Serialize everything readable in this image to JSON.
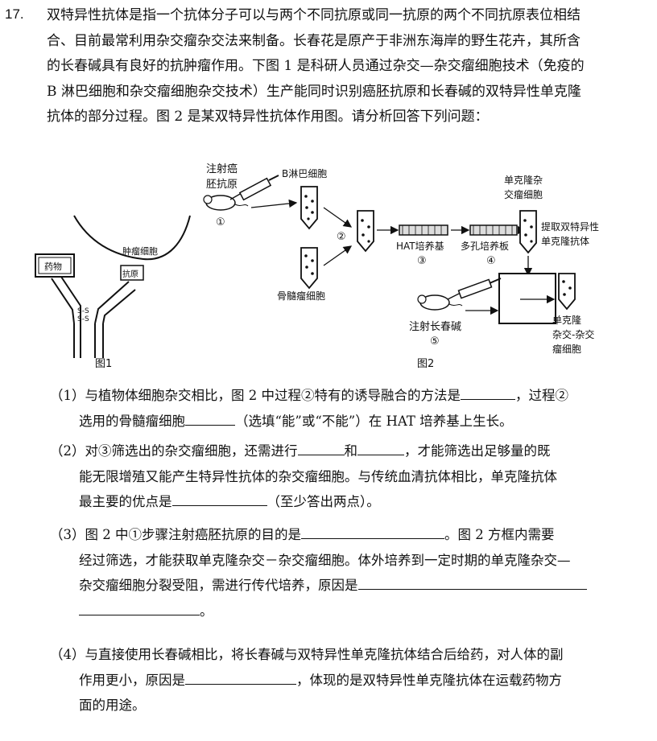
{
  "question_number": "17.",
  "intro_lines": [
    "双特异性抗体是指一个抗体分子可以与两个不同抗原或同一抗原的两个不同抗原表位相结",
    "合、目前最常利用杂交瘤杂交法来制备。长春花是原产于非洲东海岸的野生花卉，其所含",
    "的长春碱具有良好的抗肿瘤作用。下图 1 是科研人员通过杂交—杂交瘤细胞技术（免疫的",
    "B 淋巴细胞和杂交瘤细胞杂交技术）生产能同时识别癌胚抗原和长春碱的双特异性单克隆",
    "抗体的部分过程。图 2 是某双特异性抗体作用图。请分析回答下列问题："
  ],
  "fig1": {
    "caption": "图1",
    "drug_label": "药物",
    "tumor_label": "肿瘤细胞",
    "antigen_label": "抗原",
    "bond_labels": [
      "S-S",
      "S-S"
    ]
  },
  "fig2": {
    "caption": "图2",
    "inject_antigen_line1": "注射癌",
    "inject_antigen_line2": "胚抗原",
    "step1": "①",
    "b_cell": "B淋巴细胞",
    "myeloma": "骨髓瘤细胞",
    "step2": "②",
    "hat_medium": "HAT培养基",
    "step3": "③",
    "multiwell": "多孔培养板",
    "step4": "④",
    "mono_hybridoma_line1": "单克隆杂",
    "mono_hybridoma_line2": "交瘤细胞",
    "extract_line1": "提取双特异性",
    "extract_line2": "单克隆抗体",
    "inject_vinca": "注射长春碱",
    "step5": "⑤",
    "result_line1": "单克隆",
    "result_line2": "杂交-杂交",
    "result_line3": "瘤细胞"
  },
  "q1": {
    "l1a": "（1）与植物体细胞杂交相比，图 2 中过程②特有的诱导融合的方法是",
    "l1b": "，过程②",
    "l2a": "选用的骨髓瘤细胞",
    "l2b": "（选填“能”或“不能”）在 HAT 培养基上生长。"
  },
  "q2": {
    "l1a": "（2）对③筛选出的杂交瘤细胞，还需进行",
    "l1b": "和",
    "l1c": "，才能筛选出足够量的既",
    "l2": "能无限增殖又能产生特异性抗体的杂交瘤细胞。与传统血清抗体相比，单克隆抗体",
    "l3a": "最主要的优点是",
    "l3b": "（至少答出两点）。"
  },
  "q3": {
    "l1a": "（3）图 2 中①步骤注射癌胚抗原的目的是",
    "l1b": "。图 2 方框内需要",
    "l2": "经过筛选，才能获取单克隆杂交－杂交瘤细胞。体外培养到一定时期的单克隆杂交—",
    "l3a": "杂交瘤细胞分裂受阻，需进行传代培养，原因是",
    "l4b": "。"
  },
  "q4": {
    "l1": "（4）与直接使用长春碱相比，将长春碱与双特异性单克隆抗体结合后给药，对人体的副",
    "l2a": "作用更小，原因是",
    "l2b": "，体现的是双特异性单克隆抗体在运载药物方",
    "l3": "面的用途。"
  }
}
